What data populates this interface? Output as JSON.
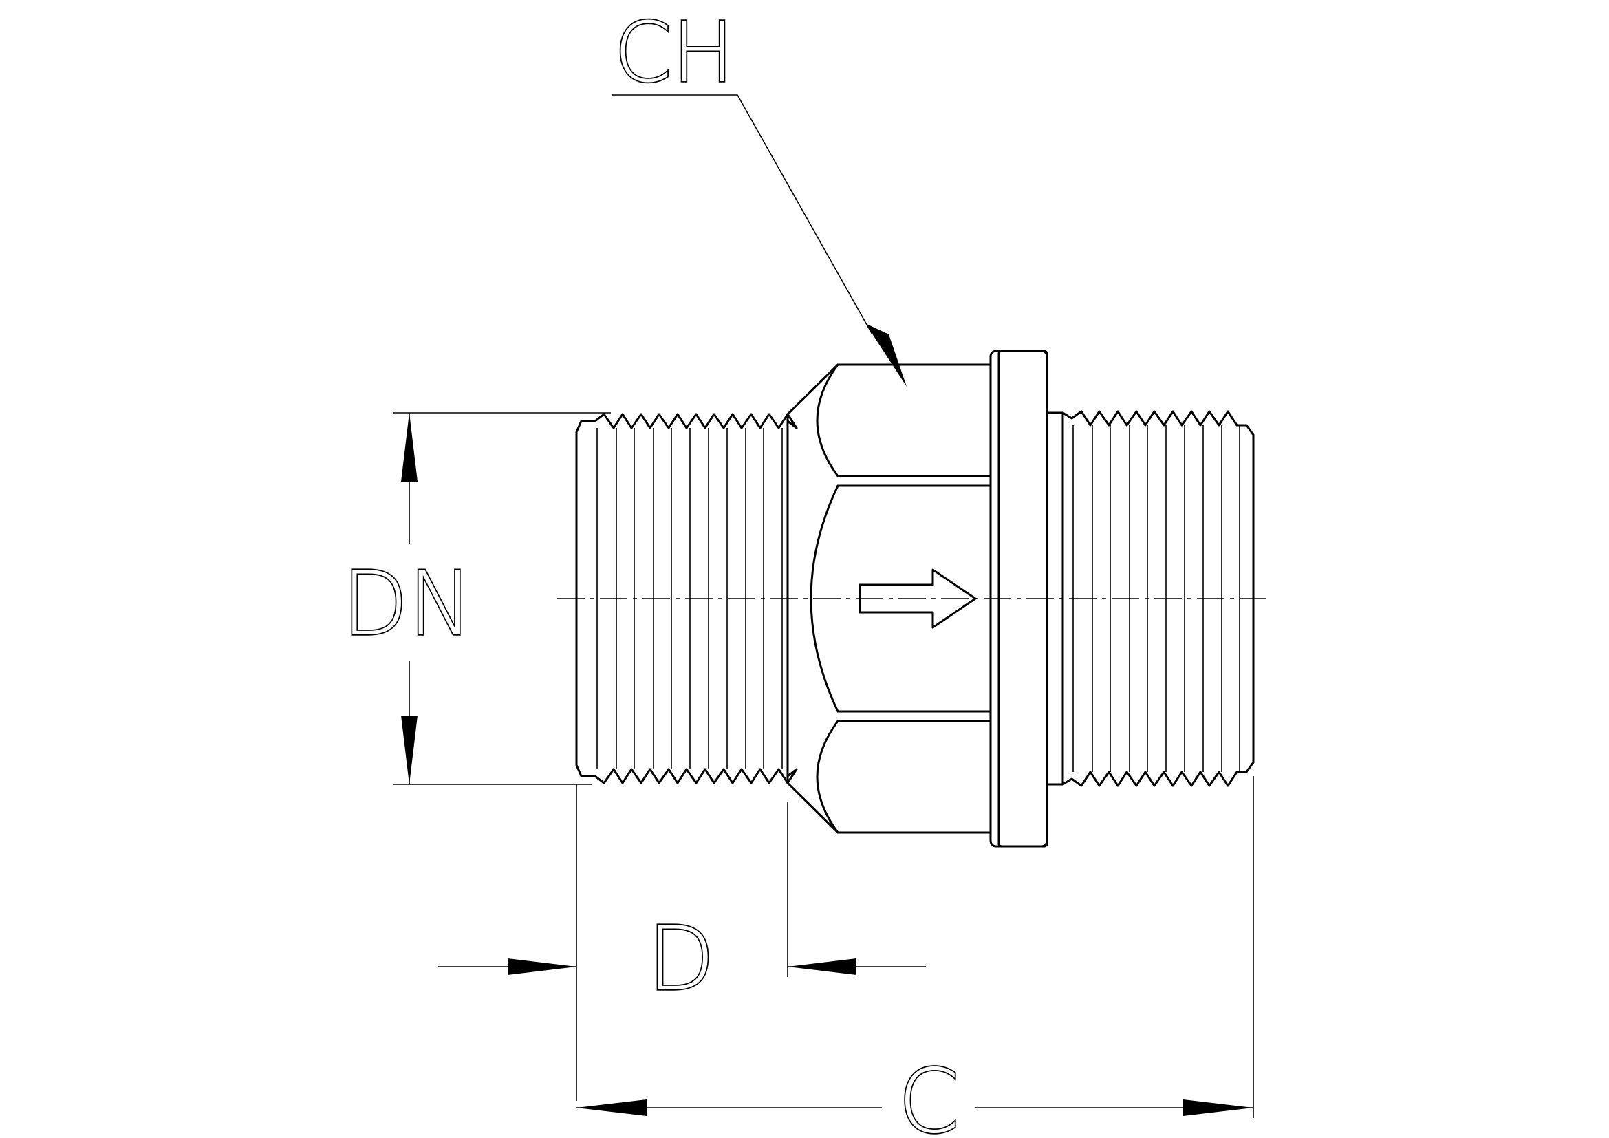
{
  "labels": {
    "ch": "CH",
    "dn": "DN",
    "d": "D",
    "c": "C"
  },
  "icons": {
    "flow_direction": "right-arrow-icon"
  }
}
